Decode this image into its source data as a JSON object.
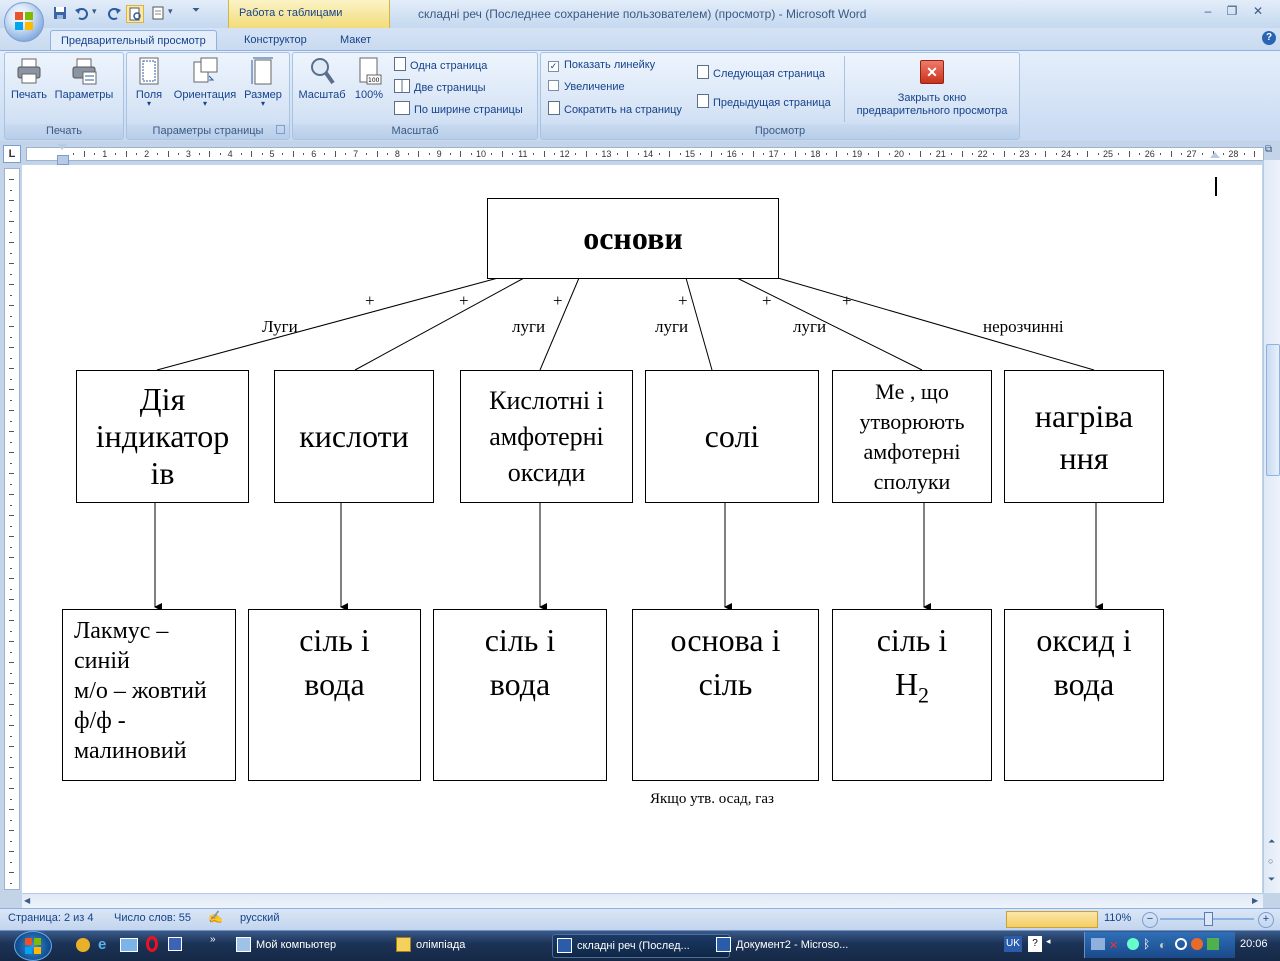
{
  "window": {
    "title": "складні реч (Последнее сохранение пользователем) (просмотр) - Microsoft Word",
    "context_tab": "Работа с таблицами"
  },
  "tabs": [
    "Предварительный просмотр",
    "Конструктор",
    "Макет"
  ],
  "ribbon": {
    "print_group": {
      "label": "Печать",
      "print": "Печать",
      "options": "Параметры"
    },
    "page_setup_group": {
      "label": "Параметры страницы",
      "margins": "Поля",
      "orientation": "Ориентация",
      "size": "Размер"
    },
    "zoom_group": {
      "label": "Масштаб",
      "zoom": "Масштаб",
      "zoom100": "100%",
      "one_page": "Одна страница",
      "two_pages": "Две страницы",
      "page_width": "По ширине страницы"
    },
    "preview_group": {
      "label": "Просмотр",
      "show_ruler": "Показать линейку",
      "magnifier": "Увеличение",
      "shrink": "Сократить на страницу",
      "next_page": "Следующая страница",
      "prev_page": "Предыдущая страница",
      "close_line1": "Закрыть окно",
      "close_line2": "предварительного просмотра"
    }
  },
  "ruler": {
    "numbers": [
      "1",
      "2",
      "3",
      "4",
      "5",
      "6",
      "7",
      "8",
      "9",
      "10",
      "11",
      "12",
      "13",
      "14",
      "15",
      "16",
      "17",
      "18",
      "19",
      "20",
      "21",
      "22",
      "23",
      "24",
      "25",
      "26",
      "27",
      "28"
    ],
    "tab_selector": "L"
  },
  "diagram": {
    "root": "основи",
    "labels": [
      "Луги",
      "луги",
      "луги",
      "луги",
      "нерозчинні"
    ],
    "plus": "+",
    "row1": {
      "b1": [
        "Дія",
        "індикатор",
        "ів"
      ],
      "b2": "кислоти",
      "b3": [
        "Кислотні і",
        "амфотерні",
        "оксиди"
      ],
      "b4": "солі",
      "b5": [
        "Me , що",
        "утворюють",
        "амфотерні",
        "сполуки"
      ],
      "b6": [
        "нагріва",
        "ння"
      ]
    },
    "row2": {
      "b1": [
        "Лакмус –",
        "синій",
        "м/о – жовтий",
        "ф/ф -",
        "малиновий"
      ],
      "b2": [
        "сіль і",
        "вода"
      ],
      "b3": [
        "сіль і",
        "вода"
      ],
      "b4": [
        "основа і",
        "сіль"
      ],
      "b5": [
        "сіль і",
        "H",
        "2"
      ],
      "b6": [
        "оксид і",
        "вода"
      ]
    },
    "note": "Якщо утв. осад, газ"
  },
  "status": {
    "page": "Страница: 2 из 4",
    "words": "Число слов: 55",
    "lang": "русский",
    "zoom": "110%"
  },
  "taskbar": {
    "items": [
      "Мой компьютер",
      "олімпіада",
      "складні реч (Послед...",
      "Документ2 - Microso..."
    ],
    "lang": "UK",
    "time": "20:06"
  },
  "colors": {
    "ribbon_blue": "#15428b",
    "close_red": "#d9402c",
    "taskbar": "#1d3458"
  }
}
